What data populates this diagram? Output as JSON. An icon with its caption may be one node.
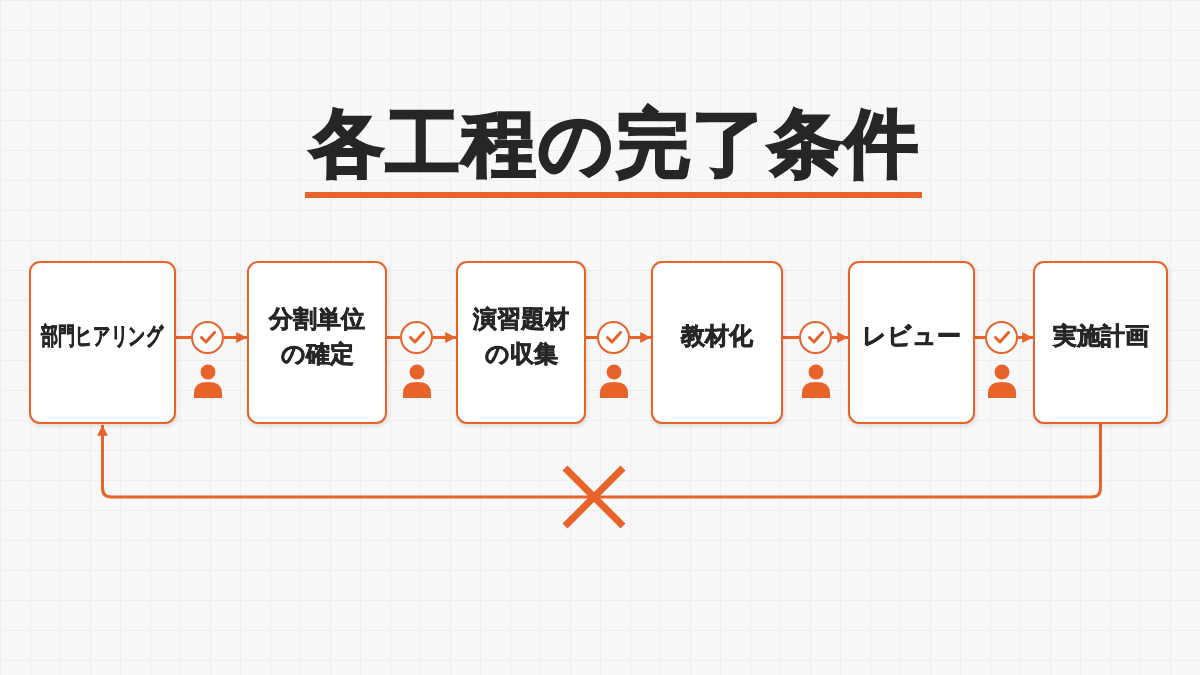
{
  "diagram": {
    "title": "各工程の完了条件",
    "nodes": [
      {
        "text": [
          "部門ヒアリング"
        ]
      },
      {
        "text": [],
        "shape": "circle"
      },
      {
        "text": [
          "分割単位の確定"
        ]
      },
      {
        "text": [],
        "shape": "circle"
      },
      {
        "text": [
          "演習題材の収集"
        ]
      },
      {
        "text": [],
        "shape": "circle"
      },
      {
        "text": [
          "教材化"
        ]
      },
      {
        "text": [],
        "shape": "circle"
      },
      {
        "text": [
          "レビュー"
        ]
      },
      {
        "text": [],
        "shape": "circle"
      },
      {
        "text": [
          "実施計画"
        ]
      }
    ],
    "edges": [
      {
        "from": 0,
        "to": 1,
        "arrow": "none"
      },
      {
        "from": 1,
        "to": 2,
        "arrow": "to"
      },
      {
        "from": 2,
        "to": 3,
        "arrow": "none"
      },
      {
        "from": 3,
        "to": 4,
        "arrow": "to"
      },
      {
        "from": 4,
        "to": 5,
        "arrow": "none"
      },
      {
        "from": 5,
        "to": 6,
        "arrow": "to"
      },
      {
        "from": 6,
        "to": 7,
        "arrow": "none"
      },
      {
        "from": 7,
        "to": 8,
        "arrow": "to"
      },
      {
        "from": 8,
        "to": 9,
        "arrow": "none"
      },
      {
        "from": 9,
        "to": 10,
        "arrow": "to"
      },
      {
        "from": 10,
        "to": 0,
        "arrow": "to"
      }
    ]
  }
}
